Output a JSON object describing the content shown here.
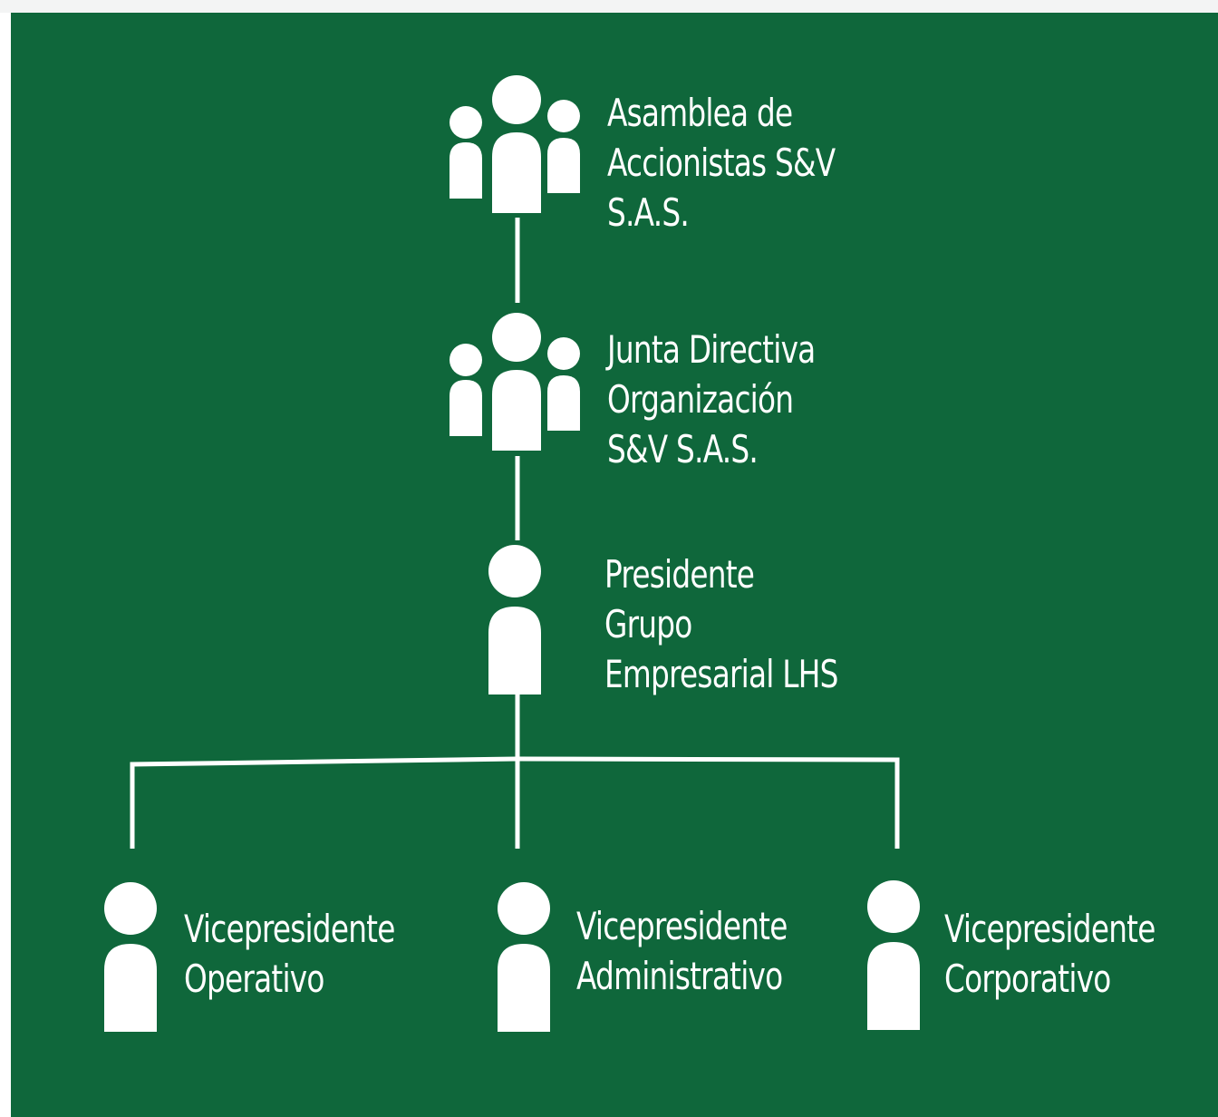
{
  "colors": {
    "background": "#0f673b",
    "foreground": "#ffffff"
  },
  "nodes": {
    "asamblea": {
      "icon": "group-icon",
      "lines": [
        "Asamblea de",
        "Accionistas S&V",
        "S.A.S."
      ]
    },
    "junta": {
      "icon": "group-icon",
      "lines": [
        "Junta Directiva",
        "Organización",
        "S&V S.A.S."
      ]
    },
    "presidente": {
      "icon": "person-icon",
      "lines": [
        "Presidente",
        "Grupo",
        "Empresarial LHS"
      ]
    },
    "vp_operativo": {
      "icon": "person-icon",
      "lines": [
        "Vicepresidente",
        "Operativo"
      ]
    },
    "vp_administrativo": {
      "icon": "person-icon",
      "lines": [
        "Vicepresidente",
        "Administrativo"
      ]
    },
    "vp_corporativo": {
      "icon": "person-icon",
      "lines": [
        "Vicepresidente",
        "Corporativo"
      ]
    }
  }
}
